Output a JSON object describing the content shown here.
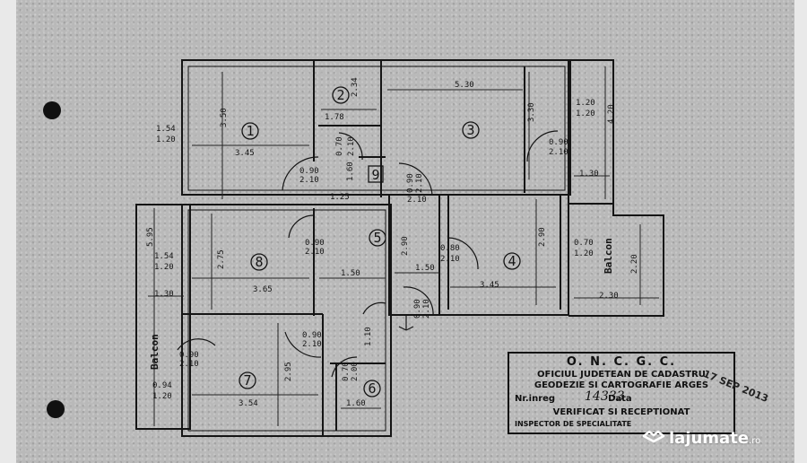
{
  "plan": {
    "rooms": [
      "1",
      "2",
      "3",
      "4",
      "5",
      "6",
      "7",
      "8",
      "9"
    ],
    "balcony_label": "Balcon",
    "dimensions": [
      "5.30",
      "2.34",
      "3.30",
      "1.20",
      "1.20",
      "4.20",
      "1.54",
      "1.20",
      "3.50",
      "3.45",
      "1.78",
      "0.70",
      "2.10",
      "0.90",
      "2.10",
      "2.10",
      "0.90",
      "2.10",
      "1.30",
      "1.60",
      "1.25",
      "0.90",
      "2.10",
      "5.95",
      "1.54",
      "1.20",
      "2.75",
      "0.90",
      "2.10",
      "2.90",
      "0.80",
      "2.10",
      "2.90",
      "0.70",
      "1.20",
      "2.20",
      "1.30",
      "1.50",
      "1.50",
      "3.65",
      "3.45",
      "2.30",
      "0.90",
      "2.10",
      "0.90",
      "2.10",
      "1.10",
      "0.90",
      "2.10",
      "0.94",
      "1.20",
      "2.95",
      "0.70",
      "2.00",
      "3.54",
      "1.60"
    ]
  },
  "stamp": {
    "title": "O. N. C. G. C.",
    "line1": "OFICIUL JUDETEAN DE CADASTRU",
    "line2": "GEODEZIE SI CARTOGRAFIE ARGES",
    "nr_label": "Nr.inreg",
    "nr_value": "14333",
    "date_label": "Data",
    "verified": "VERIFICAT SI RECEPTIONAT",
    "inspector": "INSPECTOR DE SPECIALITATE",
    "date_stamp": "17 SEP 2013"
  },
  "watermark": {
    "name": "lajumate",
    "tld": ".ro"
  }
}
